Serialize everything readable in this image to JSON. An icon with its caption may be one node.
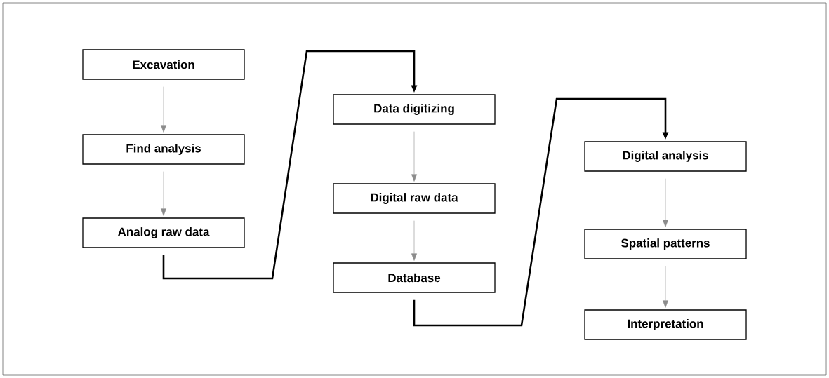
{
  "diagram": {
    "nodes": [
      {
        "text": [
          "Excavation"
        ]
      },
      {
        "text": [
          "Find analysis"
        ]
      },
      {
        "text": [
          "Analog raw data"
        ]
      },
      {
        "text": [
          "Data digitizing"
        ]
      },
      {
        "text": [
          "Digital raw data"
        ]
      },
      {
        "text": [
          "Database"
        ]
      },
      {
        "text": [
          "Digital analysis"
        ]
      },
      {
        "text": [
          "Spatial patterns"
        ]
      },
      {
        "text": [
          "Interpretation"
        ]
      }
    ],
    "edges": [
      {
        "from": 0,
        "to": 1,
        "arrow": "to"
      },
      {
        "from": 1,
        "to": 2,
        "arrow": "to"
      },
      {
        "from": 2,
        "to": 3,
        "arrow": "to",
        "style": "thick",
        "color": "#000000"
      },
      {
        "from": 3,
        "to": 4,
        "arrow": "to"
      },
      {
        "from": 4,
        "to": 5,
        "arrow": "to"
      },
      {
        "from": 5,
        "to": 6,
        "arrow": "to",
        "style": "thick",
        "color": "#000000"
      },
      {
        "from": 6,
        "to": 7,
        "arrow": "to"
      },
      {
        "from": 7,
        "to": 8,
        "arrow": "to"
      }
    ]
  }
}
